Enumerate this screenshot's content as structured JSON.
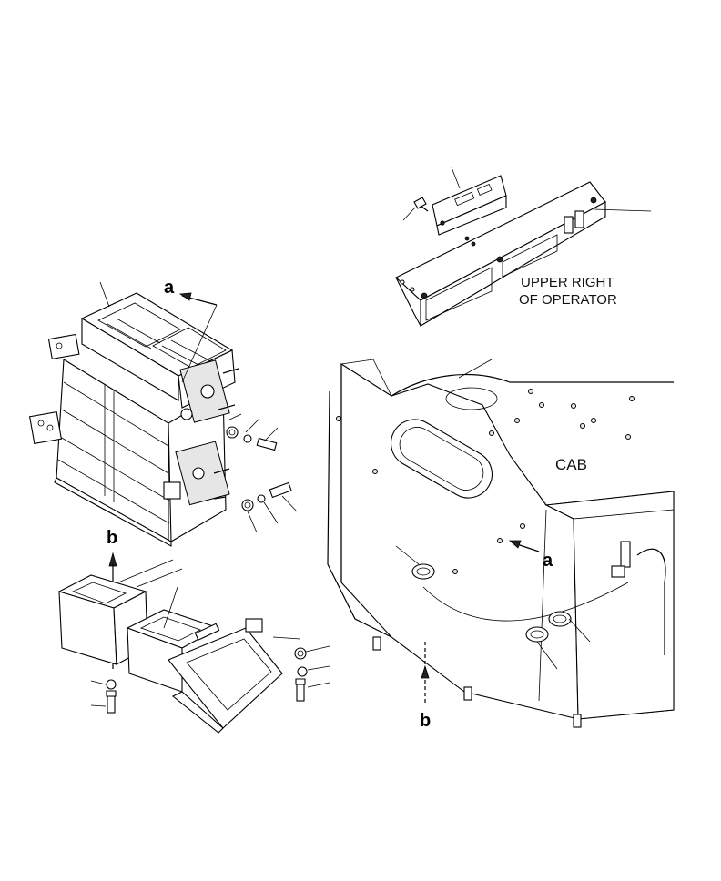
{
  "labels": {
    "location_line1": "UPPER RIGHT",
    "location_line2": "OF OPERATOR",
    "cab": "CAB",
    "callout_a_top": "a",
    "callout_a_cab": "a",
    "callout_b_left": "b",
    "callout_b_cab": "b"
  }
}
